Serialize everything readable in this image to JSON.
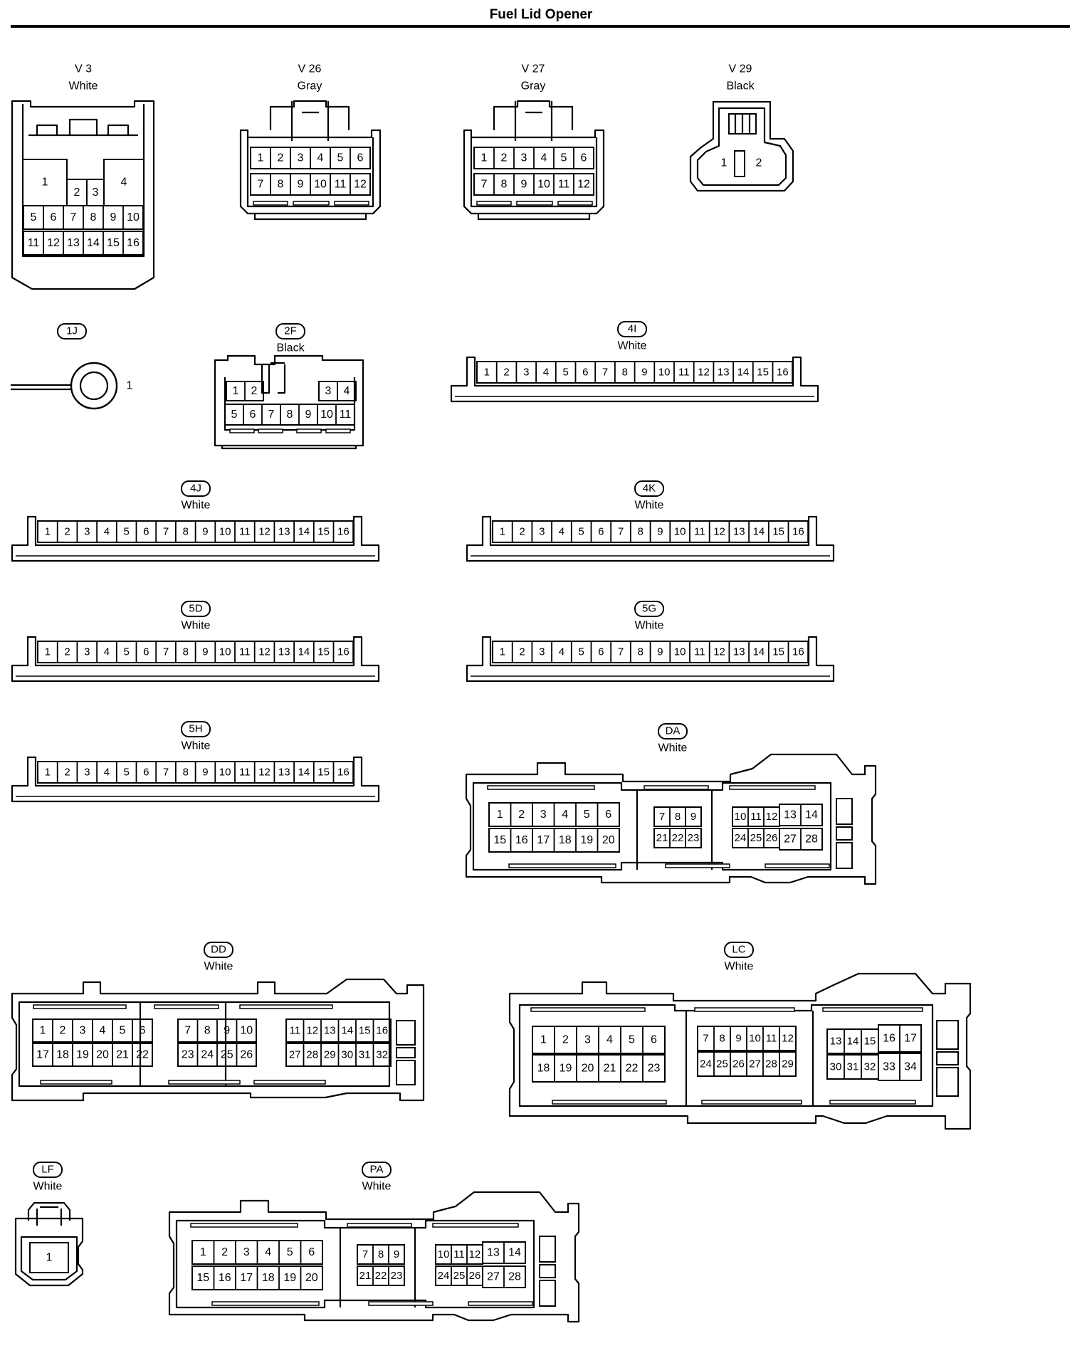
{
  "title": "Fuel Lid Opener",
  "connectors": [
    {
      "id": "V 3",
      "color": "White",
      "pins": [
        "1",
        "2",
        "3",
        "4",
        "5",
        "6",
        "7",
        "8",
        "9",
        "10",
        "11",
        "12",
        "13",
        "14",
        "15",
        "16"
      ]
    },
    {
      "id": "V 26",
      "color": "Gray",
      "pins": [
        "1",
        "2",
        "3",
        "4",
        "5",
        "6",
        "7",
        "8",
        "9",
        "10",
        "11",
        "12"
      ]
    },
    {
      "id": "V 27",
      "color": "Gray",
      "pins": [
        "1",
        "2",
        "3",
        "4",
        "5",
        "6",
        "7",
        "8",
        "9",
        "10",
        "11",
        "12"
      ]
    },
    {
      "id": "V 29",
      "color": "Black",
      "pins": [
        "1",
        "2"
      ]
    },
    {
      "id": "1J",
      "color": "",
      "pins": [
        "1"
      ]
    },
    {
      "id": "2F",
      "color": "Black",
      "pins": [
        "1",
        "2",
        "3",
        "4",
        "5",
        "6",
        "7",
        "8",
        "9",
        "10",
        "11"
      ]
    },
    {
      "id": "4I",
      "color": "White",
      "pins": [
        "1",
        "2",
        "3",
        "4",
        "5",
        "6",
        "7",
        "8",
        "9",
        "10",
        "11",
        "12",
        "13",
        "14",
        "15",
        "16"
      ]
    },
    {
      "id": "4J",
      "color": "White",
      "pins": [
        "1",
        "2",
        "3",
        "4",
        "5",
        "6",
        "7",
        "8",
        "9",
        "10",
        "11",
        "12",
        "13",
        "14",
        "15",
        "16"
      ]
    },
    {
      "id": "4K",
      "color": "White",
      "pins": [
        "1",
        "2",
        "3",
        "4",
        "5",
        "6",
        "7",
        "8",
        "9",
        "10",
        "11",
        "12",
        "13",
        "14",
        "15",
        "16"
      ]
    },
    {
      "id": "5D",
      "color": "White",
      "pins": [
        "1",
        "2",
        "3",
        "4",
        "5",
        "6",
        "7",
        "8",
        "9",
        "10",
        "11",
        "12",
        "13",
        "14",
        "15",
        "16"
      ]
    },
    {
      "id": "5G",
      "color": "White",
      "pins": [
        "1",
        "2",
        "3",
        "4",
        "5",
        "6",
        "7",
        "8",
        "9",
        "10",
        "11",
        "12",
        "13",
        "14",
        "15",
        "16"
      ]
    },
    {
      "id": "5H",
      "color": "White",
      "pins": [
        "1",
        "2",
        "3",
        "4",
        "5",
        "6",
        "7",
        "8",
        "9",
        "10",
        "11",
        "12",
        "13",
        "14",
        "15",
        "16"
      ]
    },
    {
      "id": "DA",
      "color": "White",
      "pins": [
        "1",
        "2",
        "3",
        "4",
        "5",
        "6",
        "7",
        "8",
        "9",
        "10",
        "11",
        "12",
        "13",
        "14",
        "15",
        "16",
        "17",
        "18",
        "19",
        "20",
        "21",
        "22",
        "23",
        "24",
        "25",
        "26",
        "27",
        "28"
      ]
    },
    {
      "id": "DD",
      "color": "White",
      "pins": [
        "1",
        "2",
        "3",
        "4",
        "5",
        "6",
        "7",
        "8",
        "9",
        "10",
        "11",
        "12",
        "13",
        "14",
        "15",
        "16",
        "17",
        "18",
        "19",
        "20",
        "21",
        "22",
        "23",
        "24",
        "25",
        "26",
        "27",
        "28",
        "29",
        "30",
        "31",
        "32"
      ]
    },
    {
      "id": "LC",
      "color": "White",
      "pins": [
        "1",
        "2",
        "3",
        "4",
        "5",
        "6",
        "7",
        "8",
        "9",
        "10",
        "11",
        "12",
        "13",
        "14",
        "15",
        "16",
        "17",
        "18",
        "19",
        "20",
        "21",
        "22",
        "23",
        "24",
        "25",
        "26",
        "27",
        "28",
        "29",
        "30",
        "31",
        "32",
        "33",
        "34"
      ]
    },
    {
      "id": "LF",
      "color": "White",
      "pins": [
        "1"
      ]
    },
    {
      "id": "PA",
      "color": "White",
      "pins": [
        "1",
        "2",
        "3",
        "4",
        "5",
        "6",
        "7",
        "8",
        "9",
        "10",
        "11",
        "12",
        "13",
        "14",
        "15",
        "16",
        "17",
        "18",
        "19",
        "20",
        "21",
        "22",
        "23",
        "24",
        "25",
        "26",
        "27",
        "28"
      ]
    }
  ]
}
